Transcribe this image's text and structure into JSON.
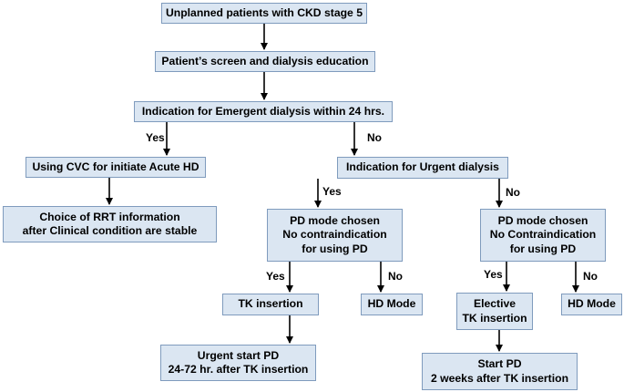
{
  "nodes": {
    "unplanned": {
      "lines": [
        "Unplanned patients with CKD stage 5"
      ]
    },
    "screen": {
      "lines": [
        "Patient’s screen and dialysis education"
      ]
    },
    "emergent": {
      "lines": [
        "Indication for Emergent dialysis within 24 hrs."
      ]
    },
    "cvc": {
      "lines": [
        "Using CVC for initiate Acute HD"
      ]
    },
    "rrt": {
      "lines": [
        "Choice of RRT information",
        "after Clinical condition are stable"
      ]
    },
    "urgent": {
      "lines": [
        "Indication for Urgent dialysis"
      ]
    },
    "pd_left": {
      "lines": [
        "PD mode chosen",
        "No contraindication",
        "for using PD"
      ]
    },
    "pd_right": {
      "lines": [
        "PD mode chosen",
        "No Contraindication",
        "for using PD"
      ]
    },
    "tk": {
      "lines": [
        "TK insertion"
      ]
    },
    "hd_left": {
      "lines": [
        "HD Mode"
      ]
    },
    "elective": {
      "lines": [
        "Elective",
        "TK insertion"
      ]
    },
    "hd_right": {
      "lines": [
        "HD Mode"
      ]
    },
    "urgent_start": {
      "lines": [
        "Urgent start PD",
        "24-72 hr. after TK insertion"
      ]
    },
    "start_pd": {
      "lines": [
        "Start PD",
        "2 weeks after TK insertion"
      ]
    }
  },
  "edge_labels": {
    "yes_cvc": "Yes",
    "no_urgent": "No",
    "yes_pd_left": "Yes",
    "no_pd_right": "No",
    "yes_tk": "Yes",
    "no_hd_left": "No",
    "yes_elective": "Yes",
    "no_hd_right": "No"
  },
  "colors": {
    "box_fill": "#dbe6f2",
    "box_border": "#7f9bbd",
    "arrow": "#000000"
  }
}
